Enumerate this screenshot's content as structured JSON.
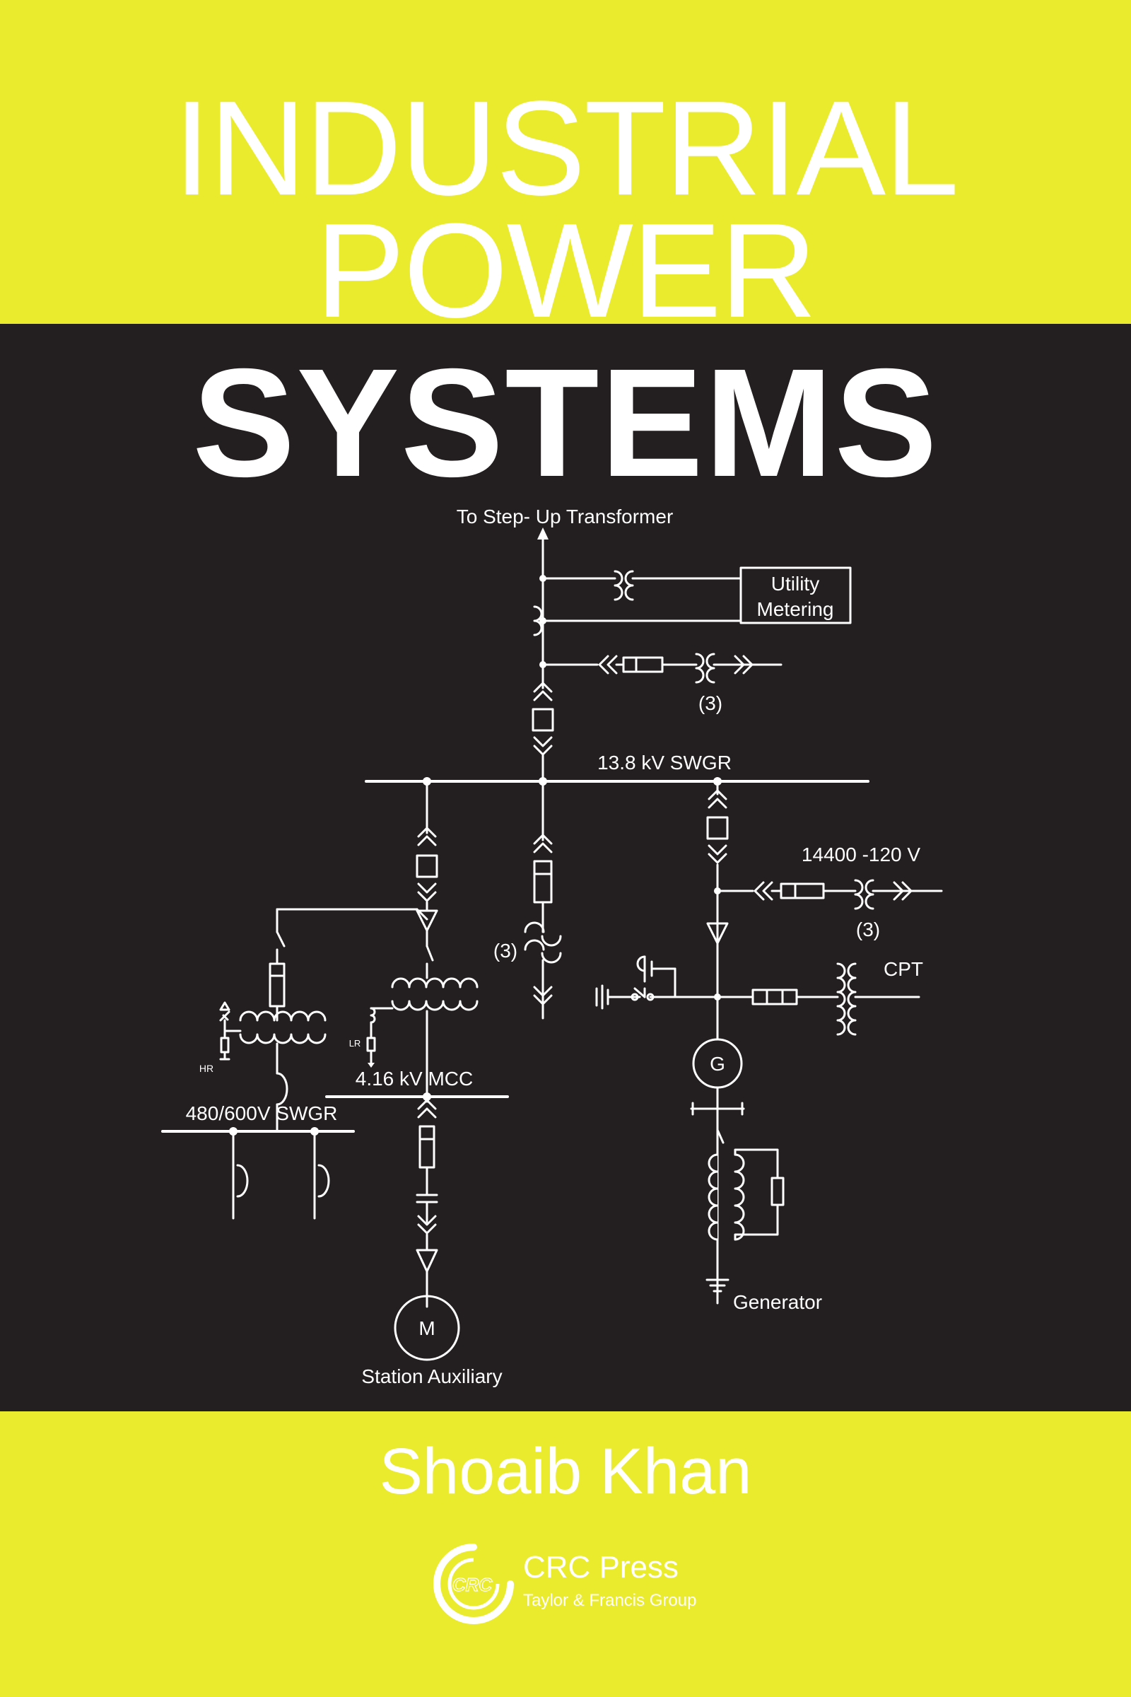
{
  "cover": {
    "title_line1": "INDUSTRIAL",
    "title_line2": "POWER",
    "title_line3": "SYSTEMS",
    "author": "Shoaib Khan",
    "publisher_name": "CRC Press",
    "publisher_group": "Taylor & Francis Group",
    "logo_text": "CRC"
  },
  "diagram": {
    "to_step_up": "To Step- Up Transformer",
    "utility_line1": "Utility",
    "utility_line2": "Metering",
    "pt_count_top": "(3)",
    "swgr_138": "13.8 kV   SWGR",
    "pt_ratio": "14400 -120 V",
    "pt_count_right": "(3)",
    "ct_count_left": "(3)",
    "cpt": "CPT",
    "generator_symbol": "G",
    "hr": "HR",
    "lr": "LR",
    "mcc": "4.16 kV   MCC",
    "lv_swgr": "480/600V   SWGR",
    "motor_symbol": "M",
    "station_aux": "Station Auxiliary",
    "generator": "Generator"
  },
  "colors": {
    "yellow": "#ebeb2e",
    "black": "#231f20",
    "white": "#ffffff"
  }
}
